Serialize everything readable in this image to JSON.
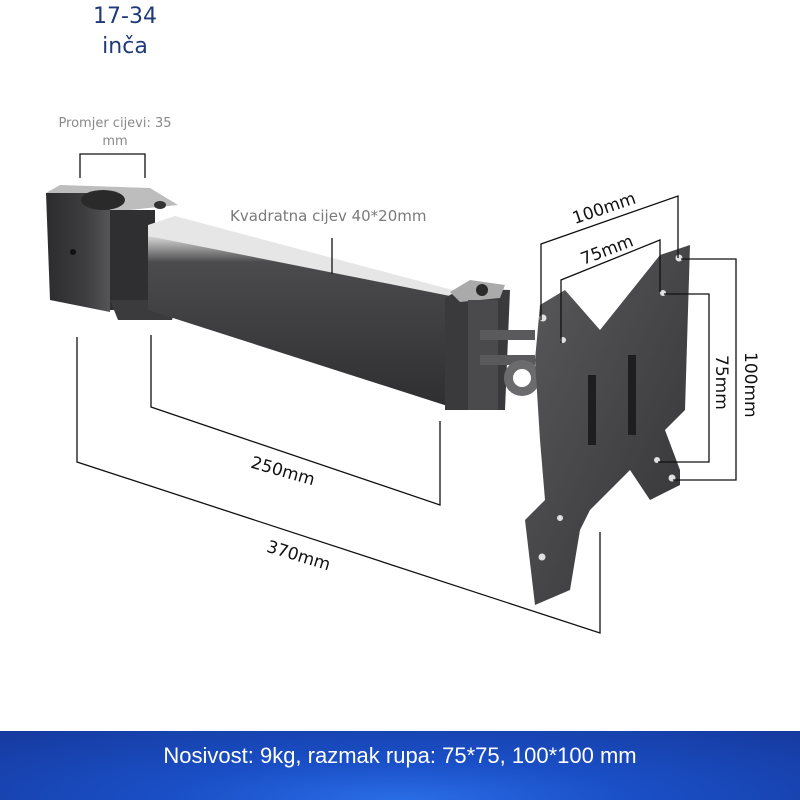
{
  "header": {
    "size_range": "17-34",
    "size_unit": "inča"
  },
  "labels": {
    "tube_diameter_line1": "Promjer cijevi: 35",
    "tube_diameter_line2": "mm",
    "square_tube": "Kvadratna cijev 40*20mm",
    "vesa_100_top": "100mm",
    "vesa_75_top": "75mm",
    "vesa_75_side": "75mm",
    "vesa_100_side": "100mm",
    "arm_250": "250mm",
    "arm_370": "370mm"
  },
  "footer": {
    "spec_text": "Nosivost: 9kg, razmak rupa: 75*75, 100*100 mm"
  },
  "colors": {
    "title_blue": "#1f3a78",
    "footer_blue": "#1a4fc7",
    "metal_dark": "#3a3a3c",
    "metal_light": "#5c5c5e"
  }
}
